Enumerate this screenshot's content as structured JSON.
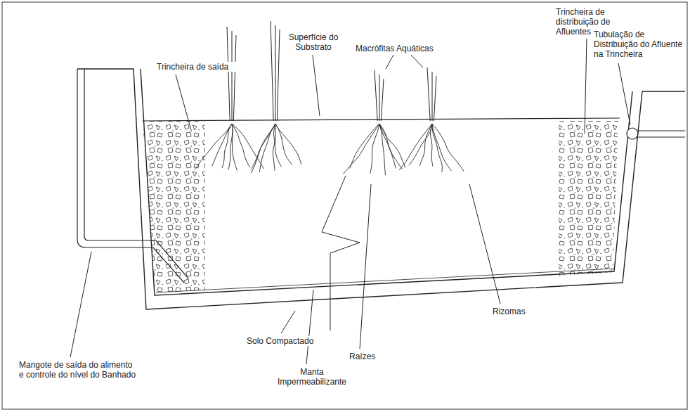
{
  "diagram": {
    "labels": [
      "Trincheira de saída",
      "Superfície do Substrato",
      "Macrófitas Aquáticas",
      "Trincheira de distribuição de Afluentes",
      "Tubulação de Distribuição do Afluente na Trincheira",
      "Mangote de saída do alimento e controle do nível do Banhado",
      "Solo Compactado",
      "Manta Impermeabilizante",
      "Raízes",
      "Rizomas"
    ]
  }
}
